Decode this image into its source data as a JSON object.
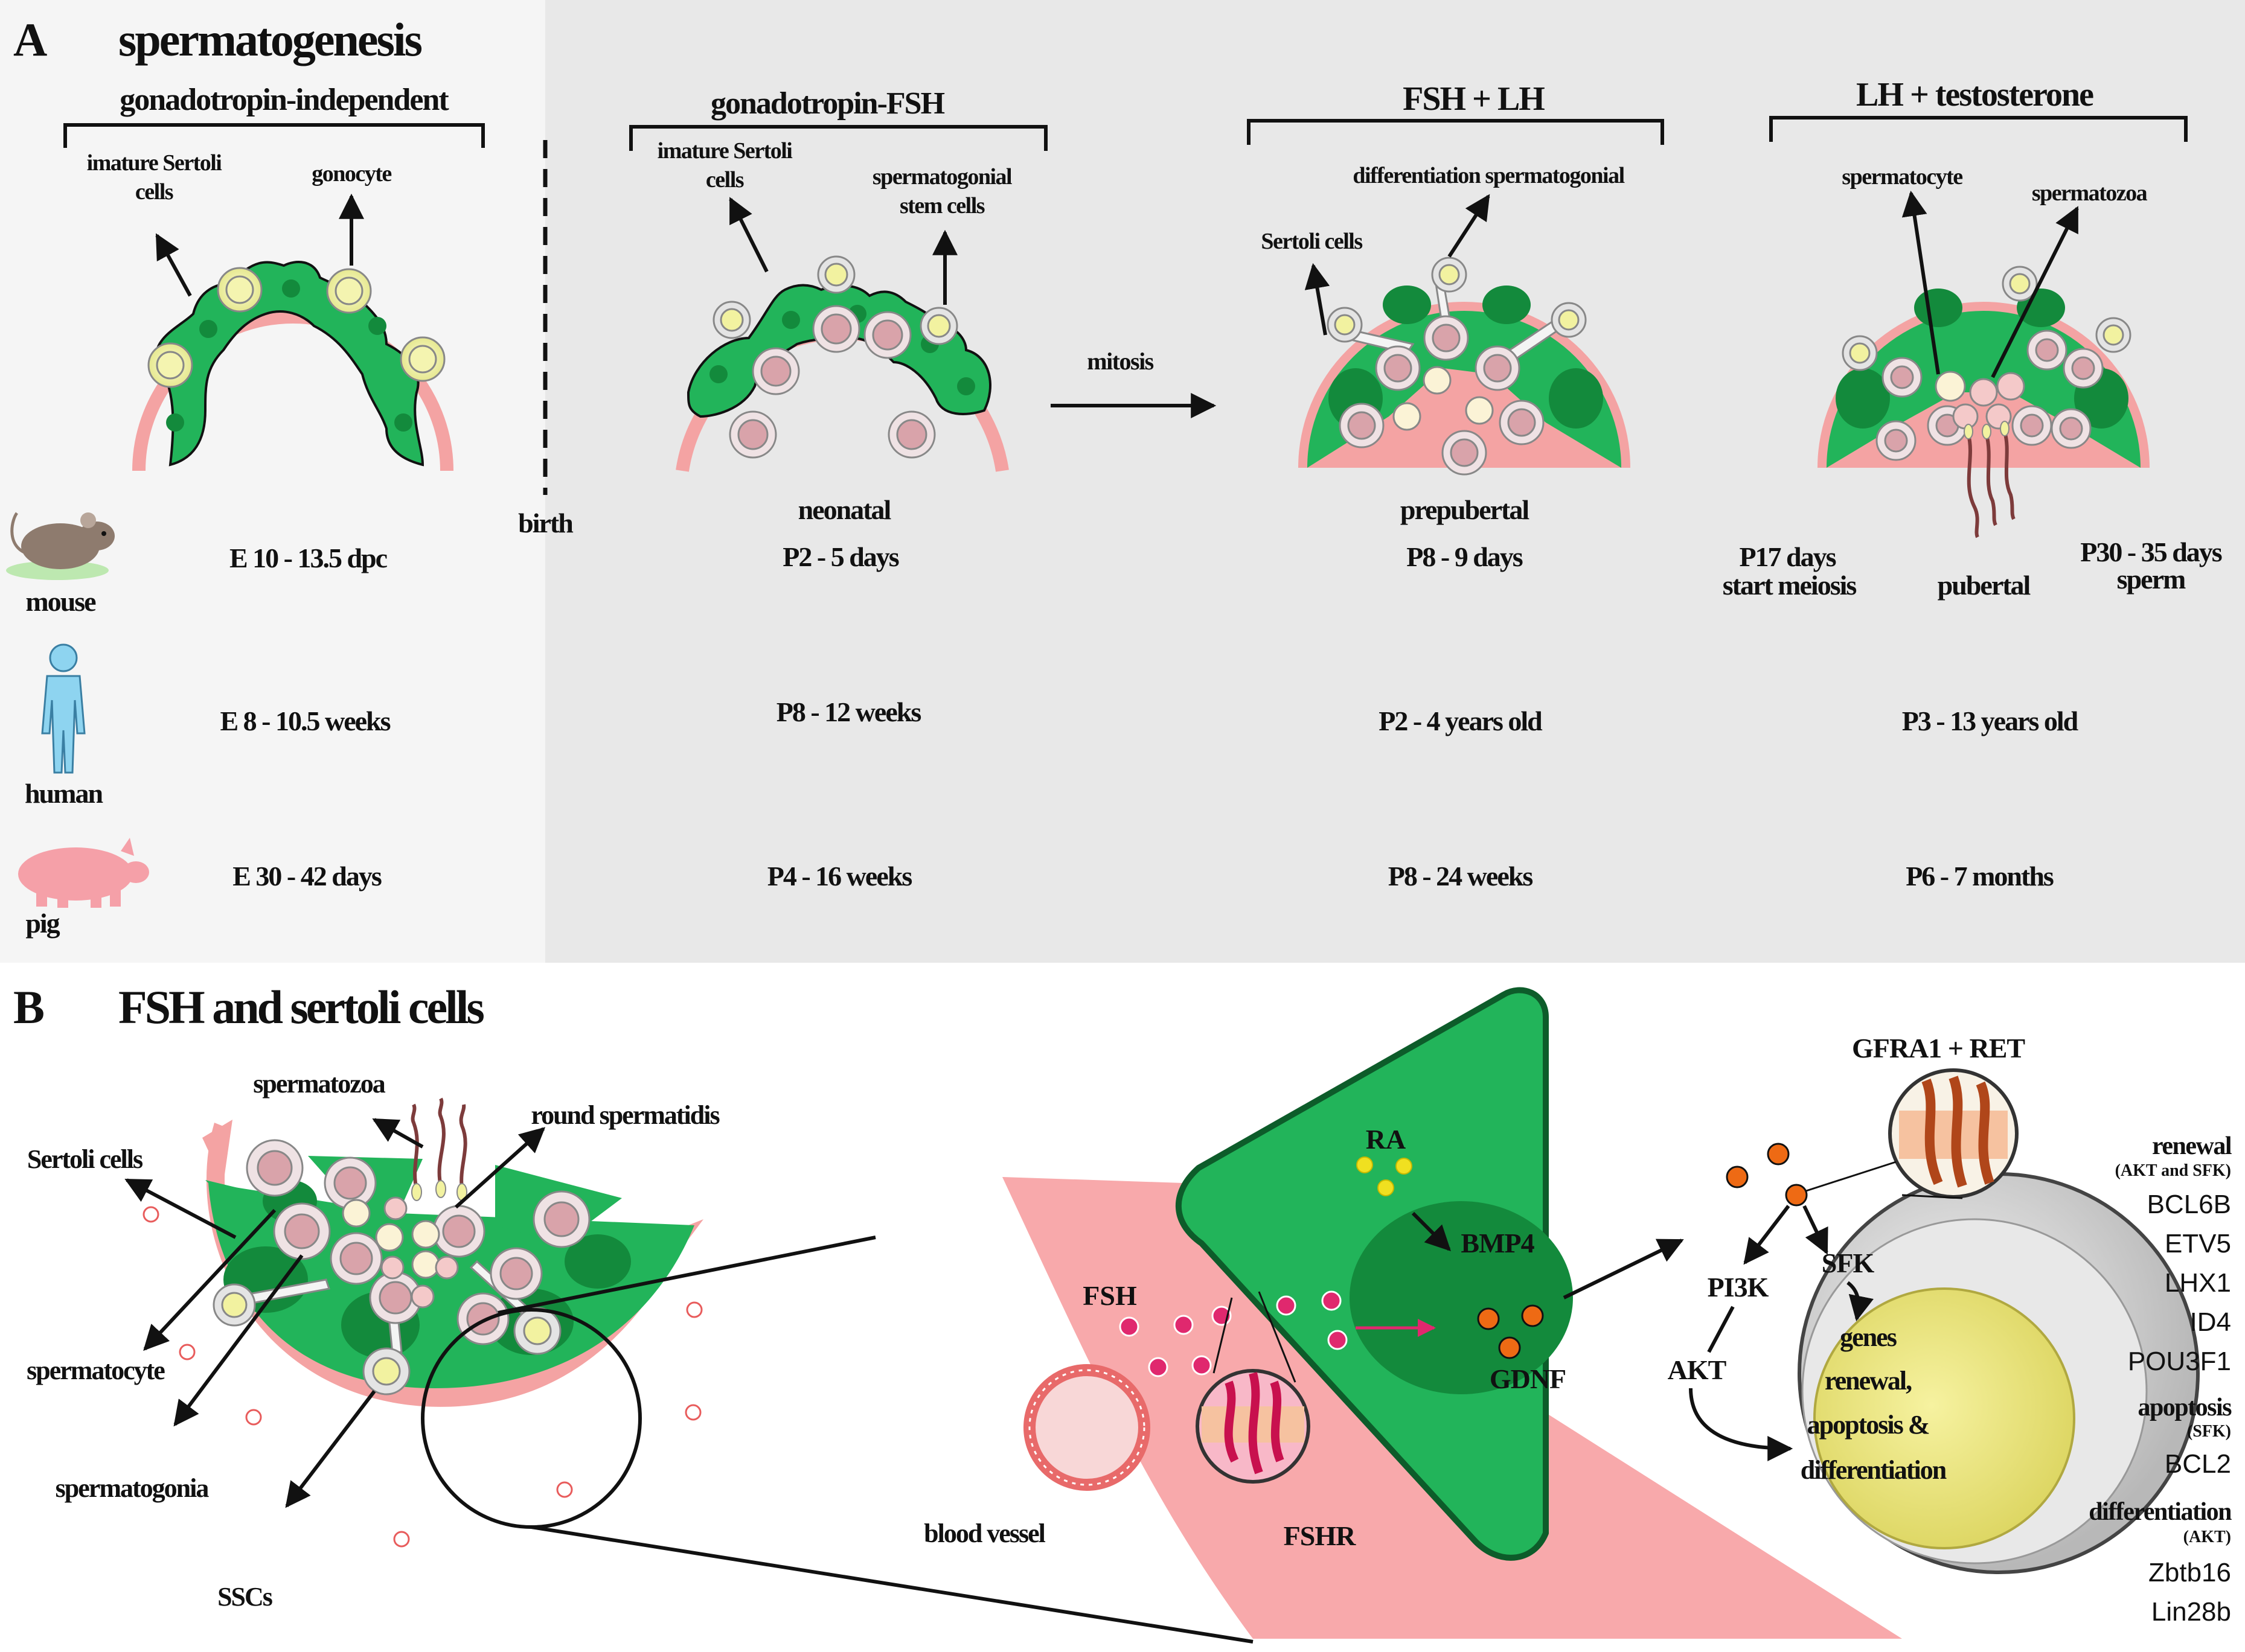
{
  "panel_a": {
    "letter": "A",
    "title": "spermatogenesis",
    "stages": {
      "s1": {
        "header": "gonadotropin-independent",
        "label_left": "imature Sertoli cells",
        "label_right": "gonocyte"
      },
      "s2": {
        "header": "gonadotropin-FSH",
        "label_left": "imature Sertoli cells",
        "label_right": "spermatogonial stem cells",
        "caption": "neonatal"
      },
      "s3": {
        "header": "FSH + LH",
        "label_top": "differentiation spermatogonial",
        "label_left": "Sertoli cells",
        "caption": "prepubertal"
      },
      "s4": {
        "header": "LH + testosterone",
        "label_left": "spermatocyte",
        "label_right": "spermatozoa"
      }
    },
    "birth": "birth",
    "mitosis": "mitosis",
    "species": [
      "mouse",
      "human",
      "pig"
    ],
    "timeline": {
      "mouse": {
        "s1": "E 10 - 13.5 dpc",
        "s2": "P2 - 5 days",
        "s3": "P8 - 9 days",
        "s4a": "P17 days",
        "s4a2": "start meiosis",
        "s4b": "pubertal",
        "s4c": "P30 - 35 days",
        "s4c2": "sperm"
      },
      "human": {
        "s1": "E 8 - 10.5 weeks",
        "s2": "P8 - 12 weeks",
        "s3": "P2 - 4 years old",
        "s4": "P3 - 13 years old"
      },
      "pig": {
        "s1": "E 30 - 42  days",
        "s2": "P4 - 16 weeks",
        "s3": "P8 - 24 weeks",
        "s4": "P6 - 7 months"
      }
    }
  },
  "panel_b": {
    "letter": "B",
    "title": "FSH and sertoli cells",
    "tubule_labels": {
      "spermatozoa": "spermatozoa",
      "round_spermatids": "round spermatidis",
      "sertoli": "Sertoli cells",
      "spermatocyte": "spermatocyte",
      "spermatogonia": "spermatogonia",
      "sscs": "SSCs"
    },
    "signaling": {
      "ra": "RA",
      "bmp4": "BMP4",
      "gdnf": "GDNF",
      "fsh": "FSH",
      "fshr": "FSHR",
      "blood_vessel": "blood vessel",
      "receptor": "GFRA1 + RET",
      "sfk": "SFK",
      "pi3k": "PI3K",
      "akt": "AKT",
      "nucleus_lines": [
        "genes",
        "renewal,",
        "apoptosis &",
        "differentiation"
      ]
    },
    "gene_list": [
      {
        "text": "renewal",
        "kind": "head"
      },
      {
        "text": "(AKT and SFK)",
        "kind": "sub"
      },
      {
        "text": "BCL6B",
        "kind": "gene"
      },
      {
        "text": "ETV5",
        "kind": "gene"
      },
      {
        "text": "LHX1",
        "kind": "gene"
      },
      {
        "text": "ID4",
        "kind": "gene"
      },
      {
        "text": "POU3F1",
        "kind": "gene"
      },
      {
        "text": "apoptosis",
        "kind": "head"
      },
      {
        "text": "(SFK)",
        "kind": "sub"
      },
      {
        "text": "BCL2",
        "kind": "gene"
      },
      {
        "text": "differentiation",
        "kind": "head"
      },
      {
        "text": "(AKT)",
        "kind": "sub"
      },
      {
        "text": "Zbtb16",
        "kind": "gene"
      },
      {
        "text": "Lin28b",
        "kind": "gene"
      }
    ],
    "colors": {
      "sertoli_green": "#22b45a",
      "nucleus_green": "#138a3c",
      "membrane_pink": "#f4a3a3",
      "fsh_magenta": "#e0286e",
      "gdnf_orange": "#ee6a14",
      "ra_yellow": "#f0e020"
    }
  }
}
